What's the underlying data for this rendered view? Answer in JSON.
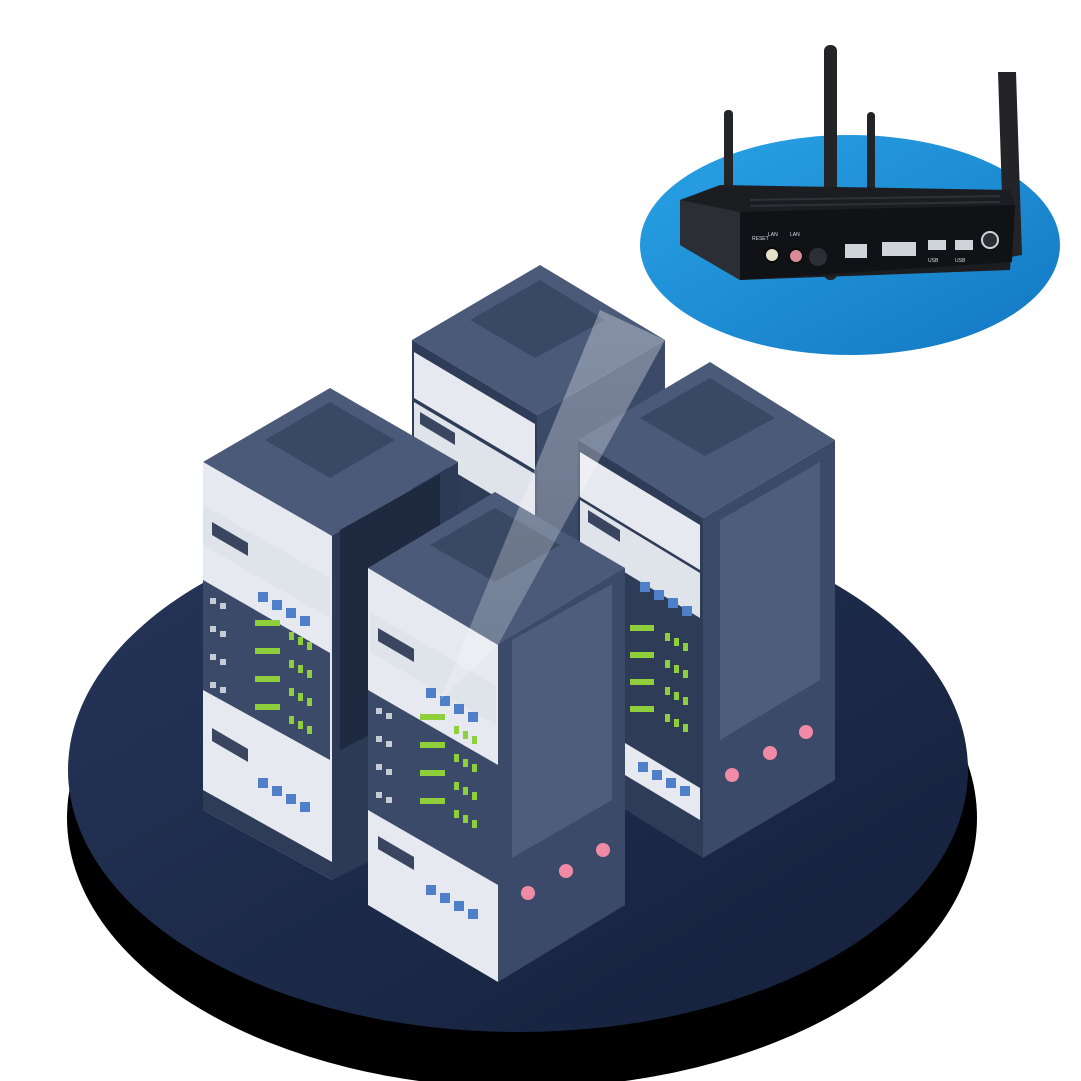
{
  "scene": {
    "kind": "illustration",
    "subject": "isometric server racks on a dark platform with an inset edge gateway device"
  },
  "colors": {
    "background": "#ffffff",
    "platform_top": "#1d2a4a",
    "platform_edge": "#000000",
    "rack_side_dark": "#3b4a68",
    "rack_top": "#4a5a78",
    "panel_light": "#e6e9f0",
    "led_green": "#8fcf3c",
    "led_blue": "#4f7fc9",
    "led_pink": "#f08aa6",
    "inset_circle": "#1a8fd6",
    "device_body": "#1b1d21"
  },
  "gateway_device": {
    "port_labels": [
      "RESET",
      "LAN",
      "LAN",
      "USB",
      "USB"
    ]
  }
}
